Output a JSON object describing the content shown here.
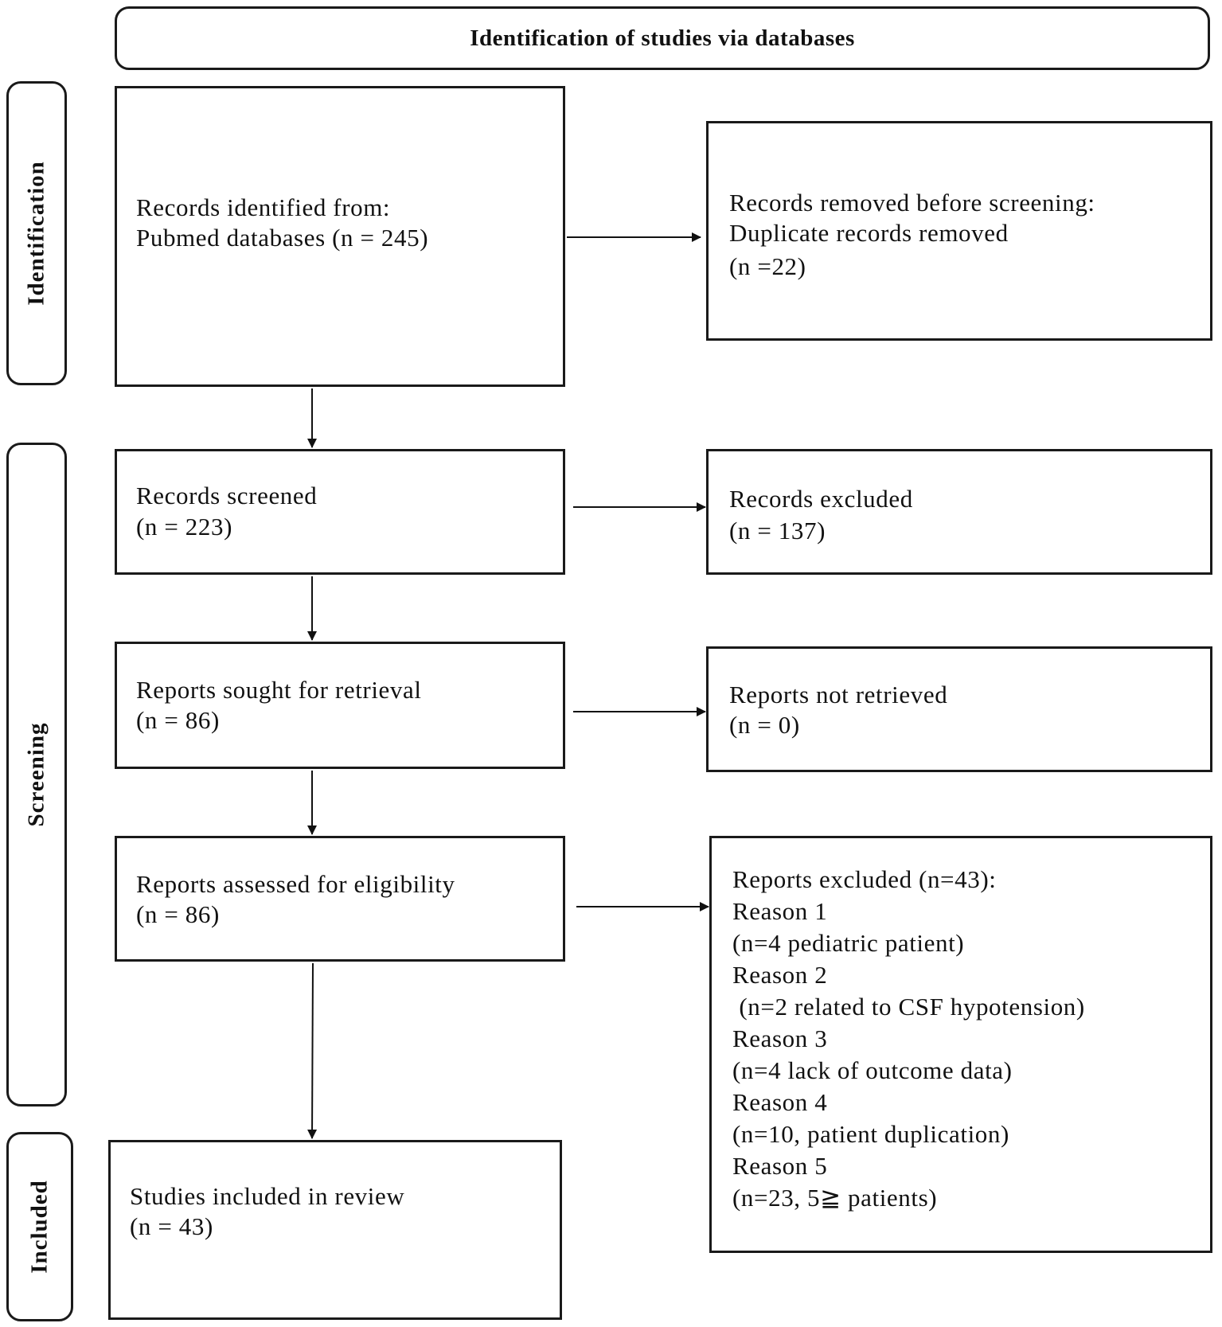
{
  "header": {
    "title": "Identification of studies via databases"
  },
  "phases": {
    "identification": "Identification",
    "screening": "Screening",
    "included": "Included"
  },
  "boxes": {
    "identified": {
      "line1": "Records identified from:",
      "line2": "Pubmed databases (n = 245)"
    },
    "removed": {
      "line1": "Records removed before screening:",
      "line2": "Duplicate records removed",
      "line3": "(n =22)"
    },
    "screened": {
      "line1": "Records screened",
      "line2": "(n = 223)"
    },
    "excluded": {
      "line1": "Records excluded",
      "line2": "(n = 137)"
    },
    "sought": {
      "line1": "Reports sought for retrieval",
      "line2": "(n = 86)"
    },
    "not_retrieved": {
      "line1": "Reports not retrieved",
      "line2": "(n = 0)"
    },
    "assessed": {
      "line1": "Reports assessed for eligibility",
      "line2": "(n = 86)"
    },
    "reports_excluded": {
      "lines": [
        "Reports excluded (n=43):",
        "Reason 1",
        "(n=4 pediatric patient)",
        "Reason 2",
        " (n=2 related to CSF hypotension)",
        "Reason 3",
        "(n=4 lack of outcome data)",
        "Reason 4",
        "(n=10, patient duplication)",
        "Reason 5",
        "(n=23, 5≧ patients)"
      ]
    },
    "included": {
      "line1": "Studies included in review",
      "line2": "(n = 43)"
    }
  }
}
